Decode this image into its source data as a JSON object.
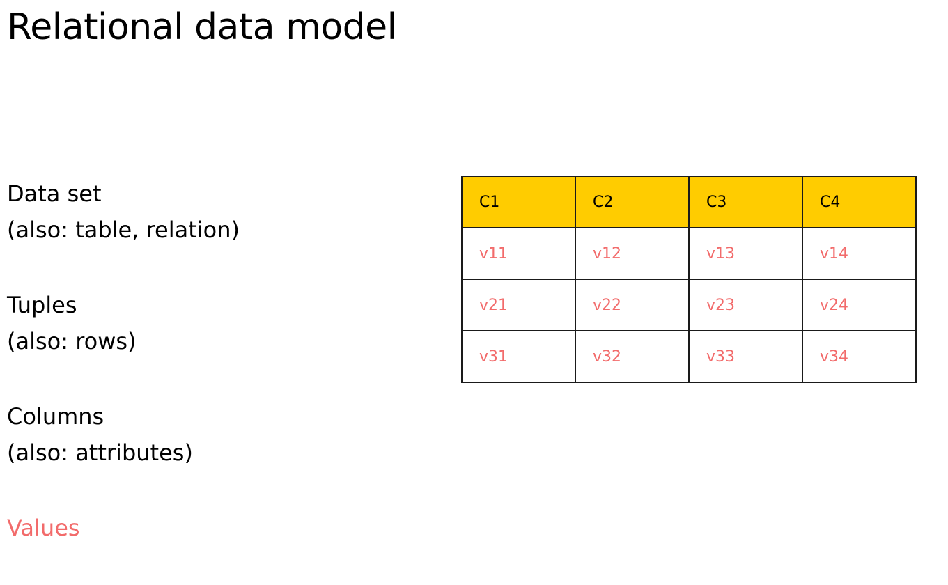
{
  "title": "Relational data model",
  "terms": [
    {
      "name": "Data set",
      "alias": "(also: table, relation)"
    },
    {
      "name": "Tuples",
      "alias": "(also: rows)"
    },
    {
      "name": "Columns",
      "alias": "(also: attributes)"
    },
    {
      "name": "Values"
    }
  ],
  "table": {
    "headers": [
      "C1",
      "C2",
      "C3",
      "C4"
    ],
    "rows": [
      [
        "v11",
        "v12",
        "v13",
        "v14"
      ],
      [
        "v21",
        "v22",
        "v23",
        "v24"
      ],
      [
        "v31",
        "v32",
        "v33",
        "v34"
      ]
    ]
  },
  "colors": {
    "header_fill": "#ffcc00",
    "value_text": "#f26b6b",
    "border": "#1a1a1a"
  }
}
